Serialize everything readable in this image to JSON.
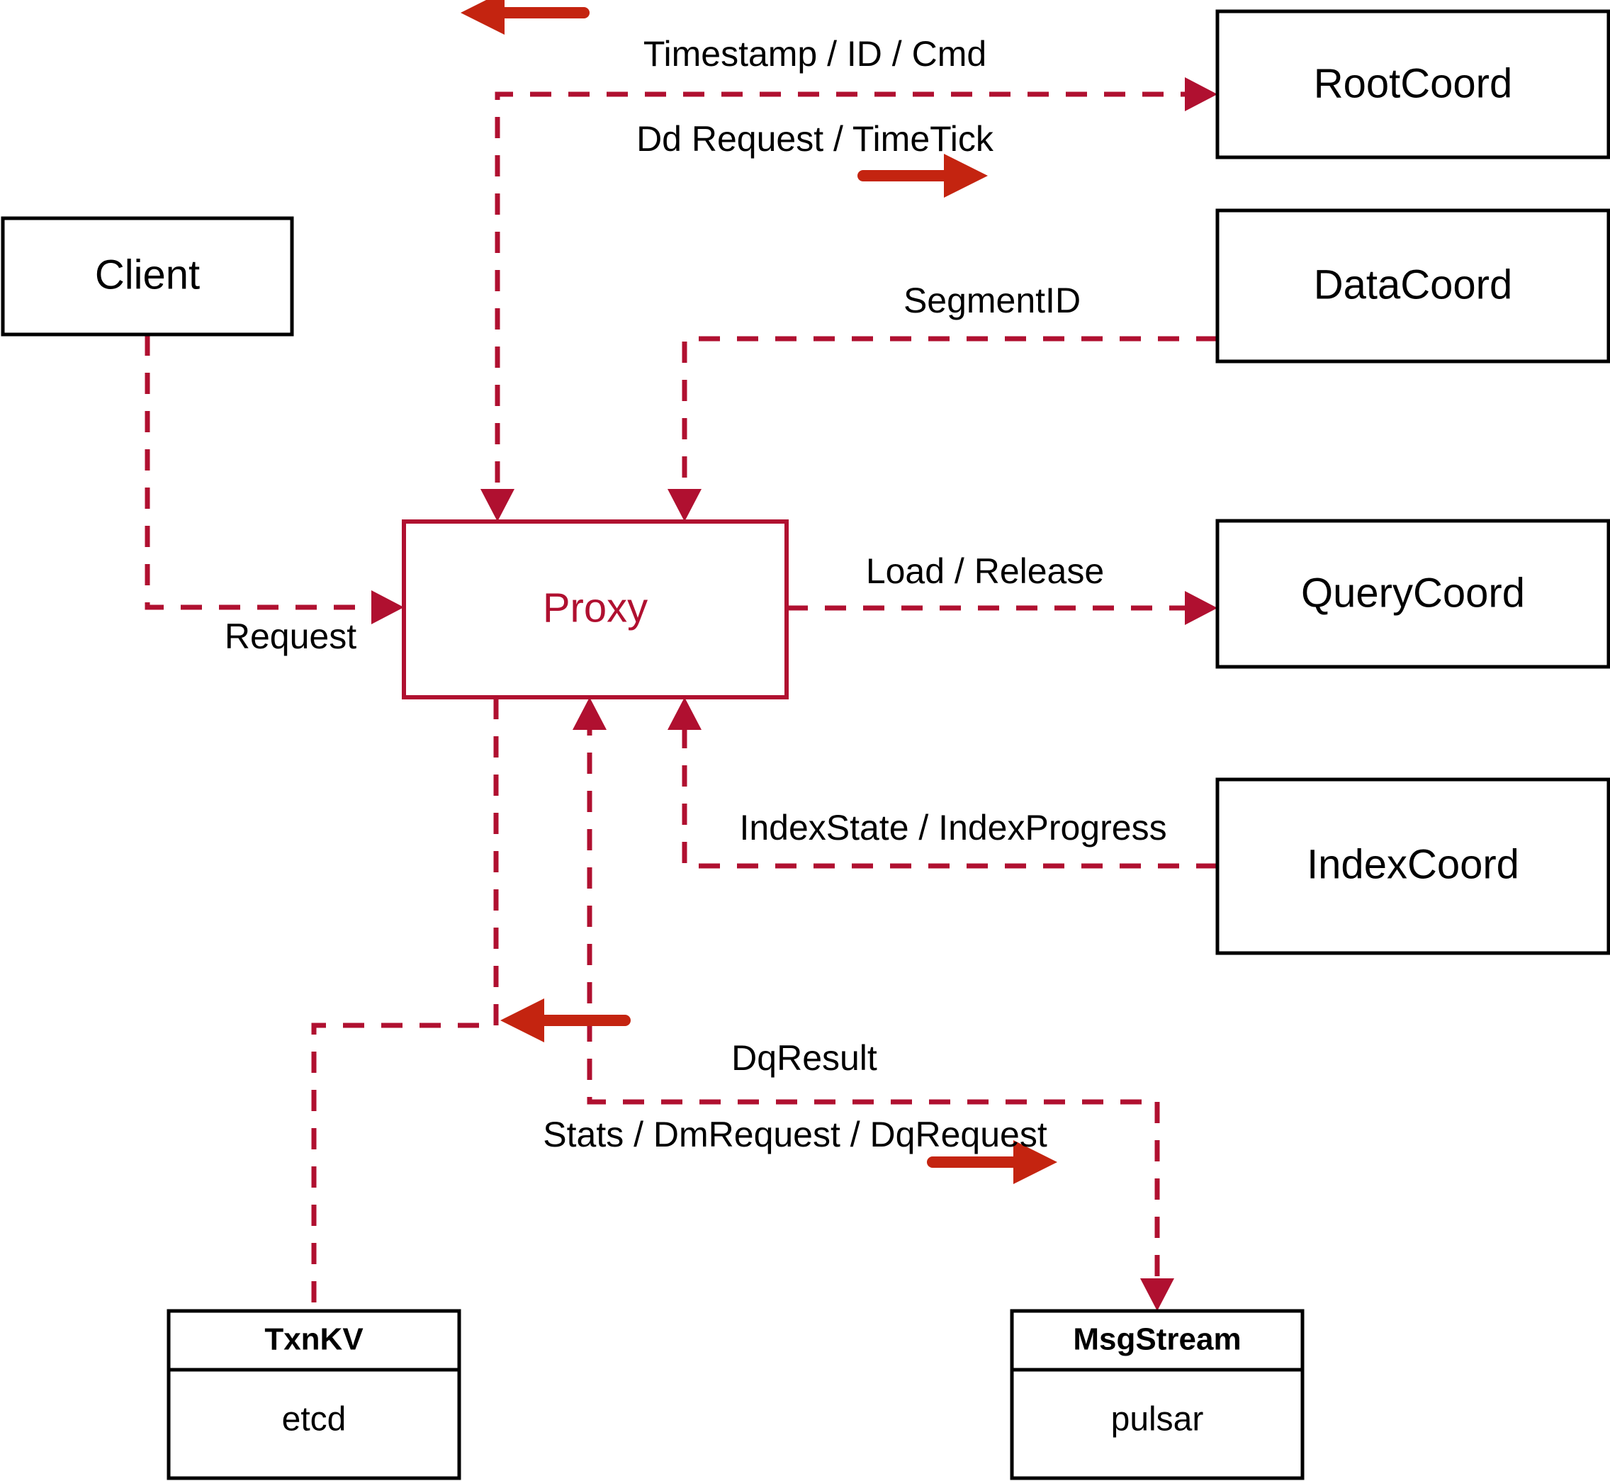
{
  "diagram": {
    "title": "Milvus Proxy interaction diagram",
    "colors": {
      "flow_line": "#b01030",
      "direction_arrow": "#c42410",
      "node_border": "#000000",
      "proxy_border": "#b01030",
      "background": "#ffffff"
    }
  },
  "nodes": {
    "client": {
      "label": "Client"
    },
    "proxy": {
      "label": "Proxy"
    },
    "root_coord": {
      "label": "RootCoord"
    },
    "data_coord": {
      "label": "DataCoord"
    },
    "query_coord": {
      "label": "QueryCoord"
    },
    "index_coord": {
      "label": "IndexCoord"
    },
    "txn_kv": {
      "label": "TxnKV",
      "impl": "etcd"
    },
    "msg_stream": {
      "label": "MsgStream",
      "impl": "pulsar"
    }
  },
  "edges": [
    {
      "id": "client-request",
      "label": "Request",
      "from": "client",
      "to": "proxy",
      "direction": "right"
    },
    {
      "id": "rootcoord-response",
      "label": "Timestamp / ID / Cmd",
      "from": "root_coord",
      "to": "proxy",
      "direction": "left"
    },
    {
      "id": "rootcoord-request",
      "label": "Dd Request / TimeTick",
      "from": "proxy",
      "to": "root_coord",
      "direction": "right"
    },
    {
      "id": "datacoord-segmentid",
      "label": "SegmentID",
      "from": "data_coord",
      "to": "proxy",
      "direction": "left"
    },
    {
      "id": "querycoord-load",
      "label": "Load / Release",
      "from": "proxy",
      "to": "query_coord",
      "direction": "right"
    },
    {
      "id": "indexcoord-state",
      "label": "IndexState / IndexProgress",
      "from": "index_coord",
      "to": "proxy",
      "direction": "left"
    },
    {
      "id": "msgstream-result",
      "label": "DqResult",
      "from": "msg_stream",
      "to": "proxy",
      "direction": "left"
    },
    {
      "id": "msgstream-request",
      "label": "Stats / DmRequest / DqRequest",
      "from": "proxy",
      "to": "msg_stream",
      "direction": "right"
    },
    {
      "id": "txnkv-link",
      "label": "",
      "from": "proxy",
      "to": "txn_kv",
      "direction": "none"
    }
  ]
}
